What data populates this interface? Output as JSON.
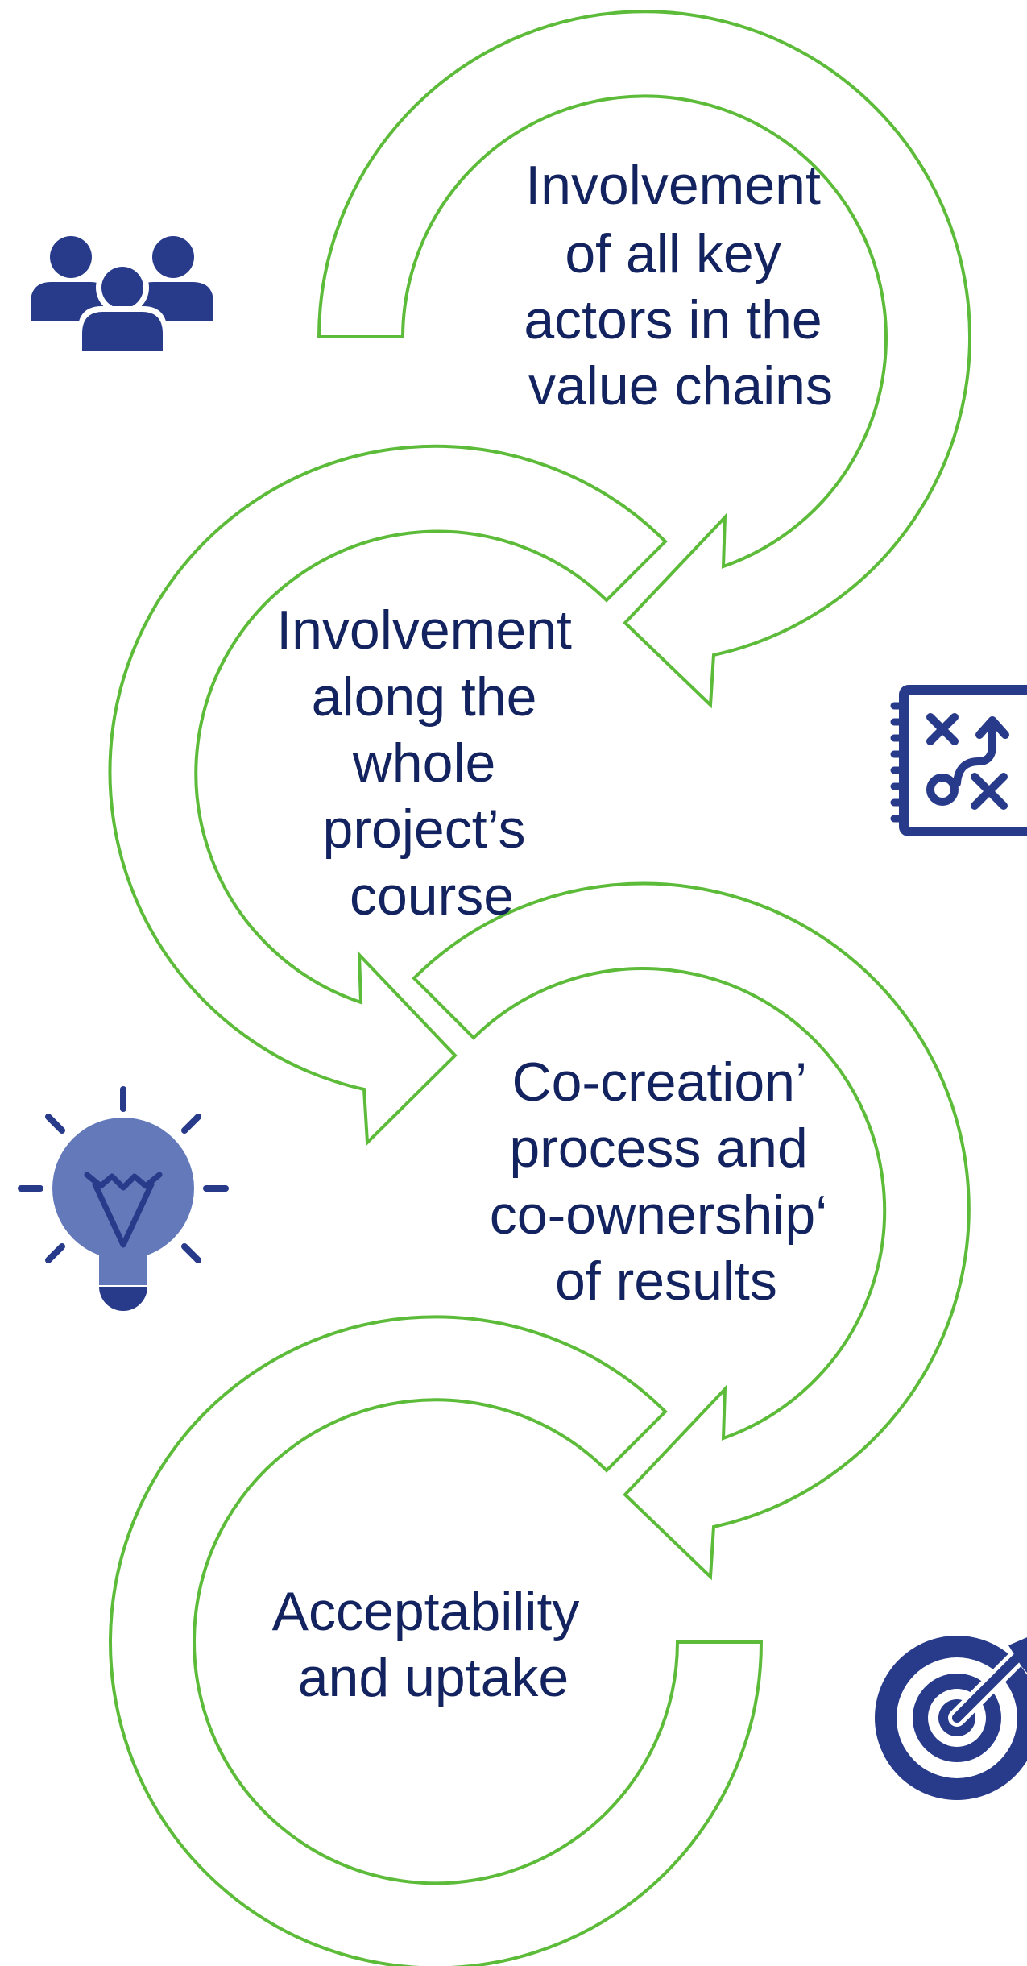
{
  "steps": [
    {
      "lines": [
        "Involvement",
        "of all key",
        "actors in the",
        "value chains"
      ],
      "icon": "people-group-icon"
    },
    {
      "lines": [
        "Involvement",
        "along the",
        "whole",
        "project’s",
        "course"
      ],
      "icon": "strategy-board-icon"
    },
    {
      "lines": [
        "Co-creation’",
        "process and",
        "co-ownership‘",
        "of results"
      ],
      "icon": "lightbulb-icon"
    },
    {
      "lines": [
        "Acceptability",
        "and uptake"
      ],
      "icon": "target-icon"
    }
  ],
  "colors": {
    "arrow_outline": "#5dbb3a",
    "text": "#12235f",
    "icon_dark": "#283a8a",
    "icon_light": "#6379b9"
  }
}
